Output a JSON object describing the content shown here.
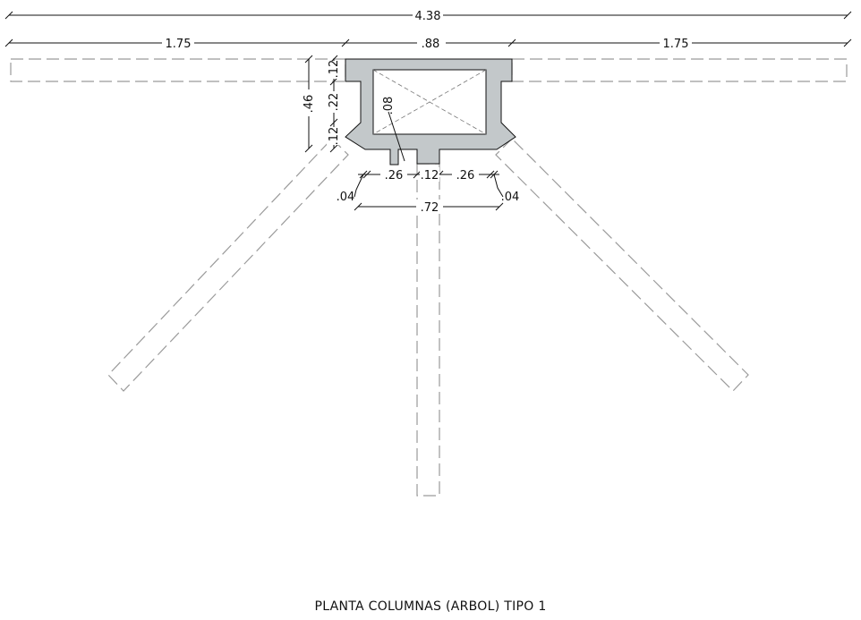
{
  "title": "PLANTA COLUMNAS (ARBOL) TIPO 1",
  "colors": {
    "concrete_fill": "#c3c8ca",
    "line": "#111111",
    "dashed_line": "#9a9a9a"
  },
  "dimensions": {
    "total_width": "4.38",
    "left_arm": "1.75",
    "center": ".88",
    "right_arm": "1.75",
    "height_total": ".46",
    "height_mid": ".22",
    "height_top": ".12",
    "height_bottom": ".12",
    "inner_offset": ".08",
    "bottom_left": ".26",
    "bottom_center": ".12",
    "bottom_right": ".26",
    "chamfer_left": ".04",
    "chamfer_right": ".04",
    "bottom_total": ".72"
  }
}
